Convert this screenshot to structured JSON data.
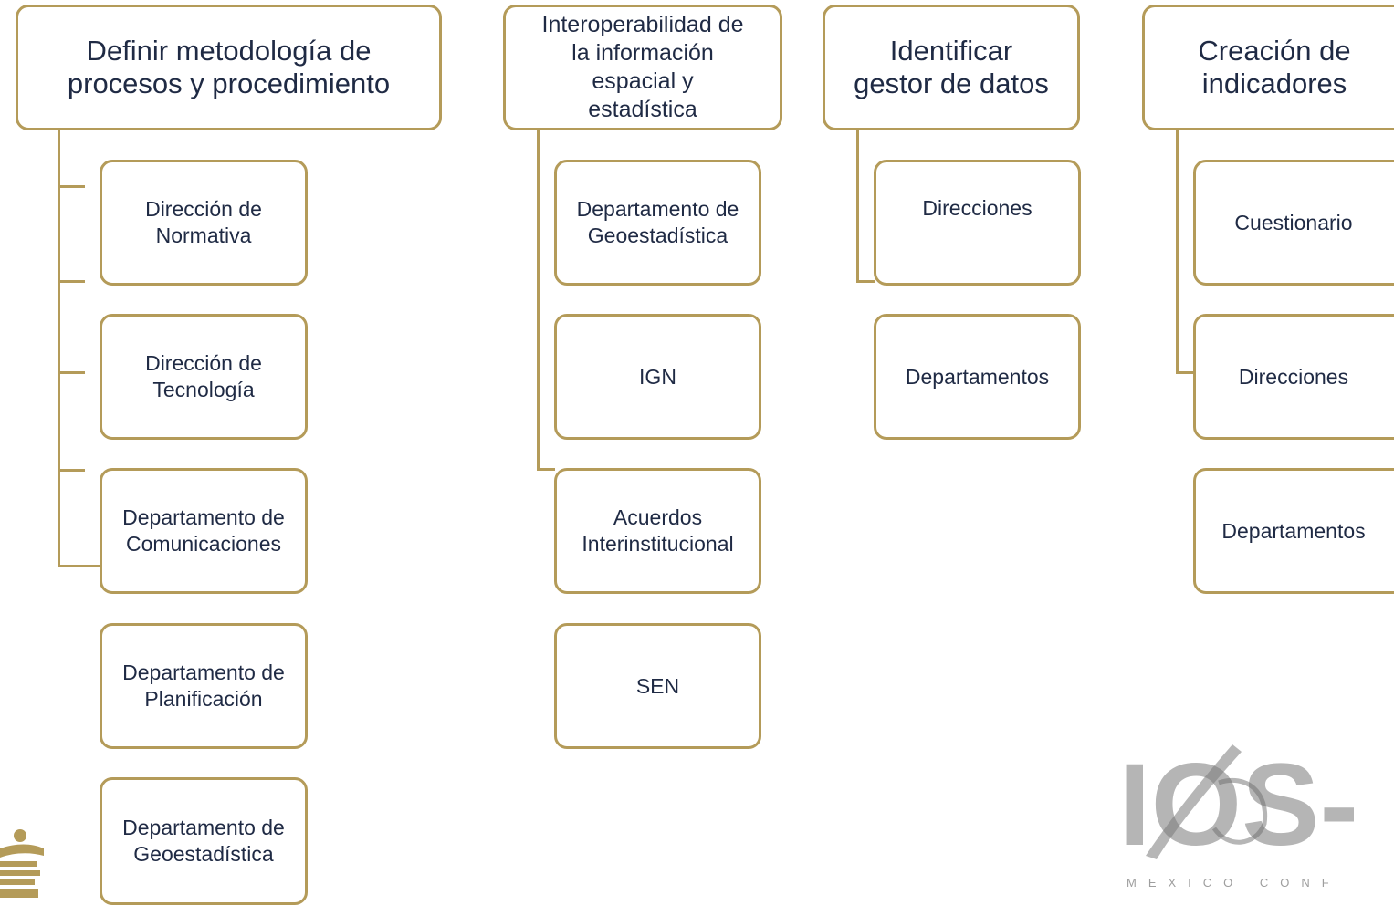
{
  "colors": {
    "border": "#b49b59",
    "text": "#1f2a44",
    "logo_gray": "#b5b5b5"
  },
  "columns": [
    {
      "header": "Definir metodología  de\nprocesos y procedimiento",
      "children": [
        "Dirección de\nNormativa",
        "Dirección de\nTecnología",
        "Departamento de\nComunicaciones",
        "Departamento de\nPlanificación",
        "Departamento de\nGeoestadística"
      ]
    },
    {
      "header": "Interoperabilidad de\nla información\nespacial y\nestadística",
      "children": [
        "Departamento de\nGeoestadística",
        "IGN",
        "Acuerdos\nInterinstitucional",
        "SEN"
      ]
    },
    {
      "header": "Identificar\ngestor de datos",
      "children": [
        "Direcciones",
        "Departamentos"
      ]
    },
    {
      "header": "Creación de\nindicadores",
      "children": [
        "Cuestionario",
        "Direcciones",
        "Departamentos"
      ]
    }
  ],
  "logo": {
    "text": "IOS-",
    "subtitle": "MEXICO CONF"
  }
}
